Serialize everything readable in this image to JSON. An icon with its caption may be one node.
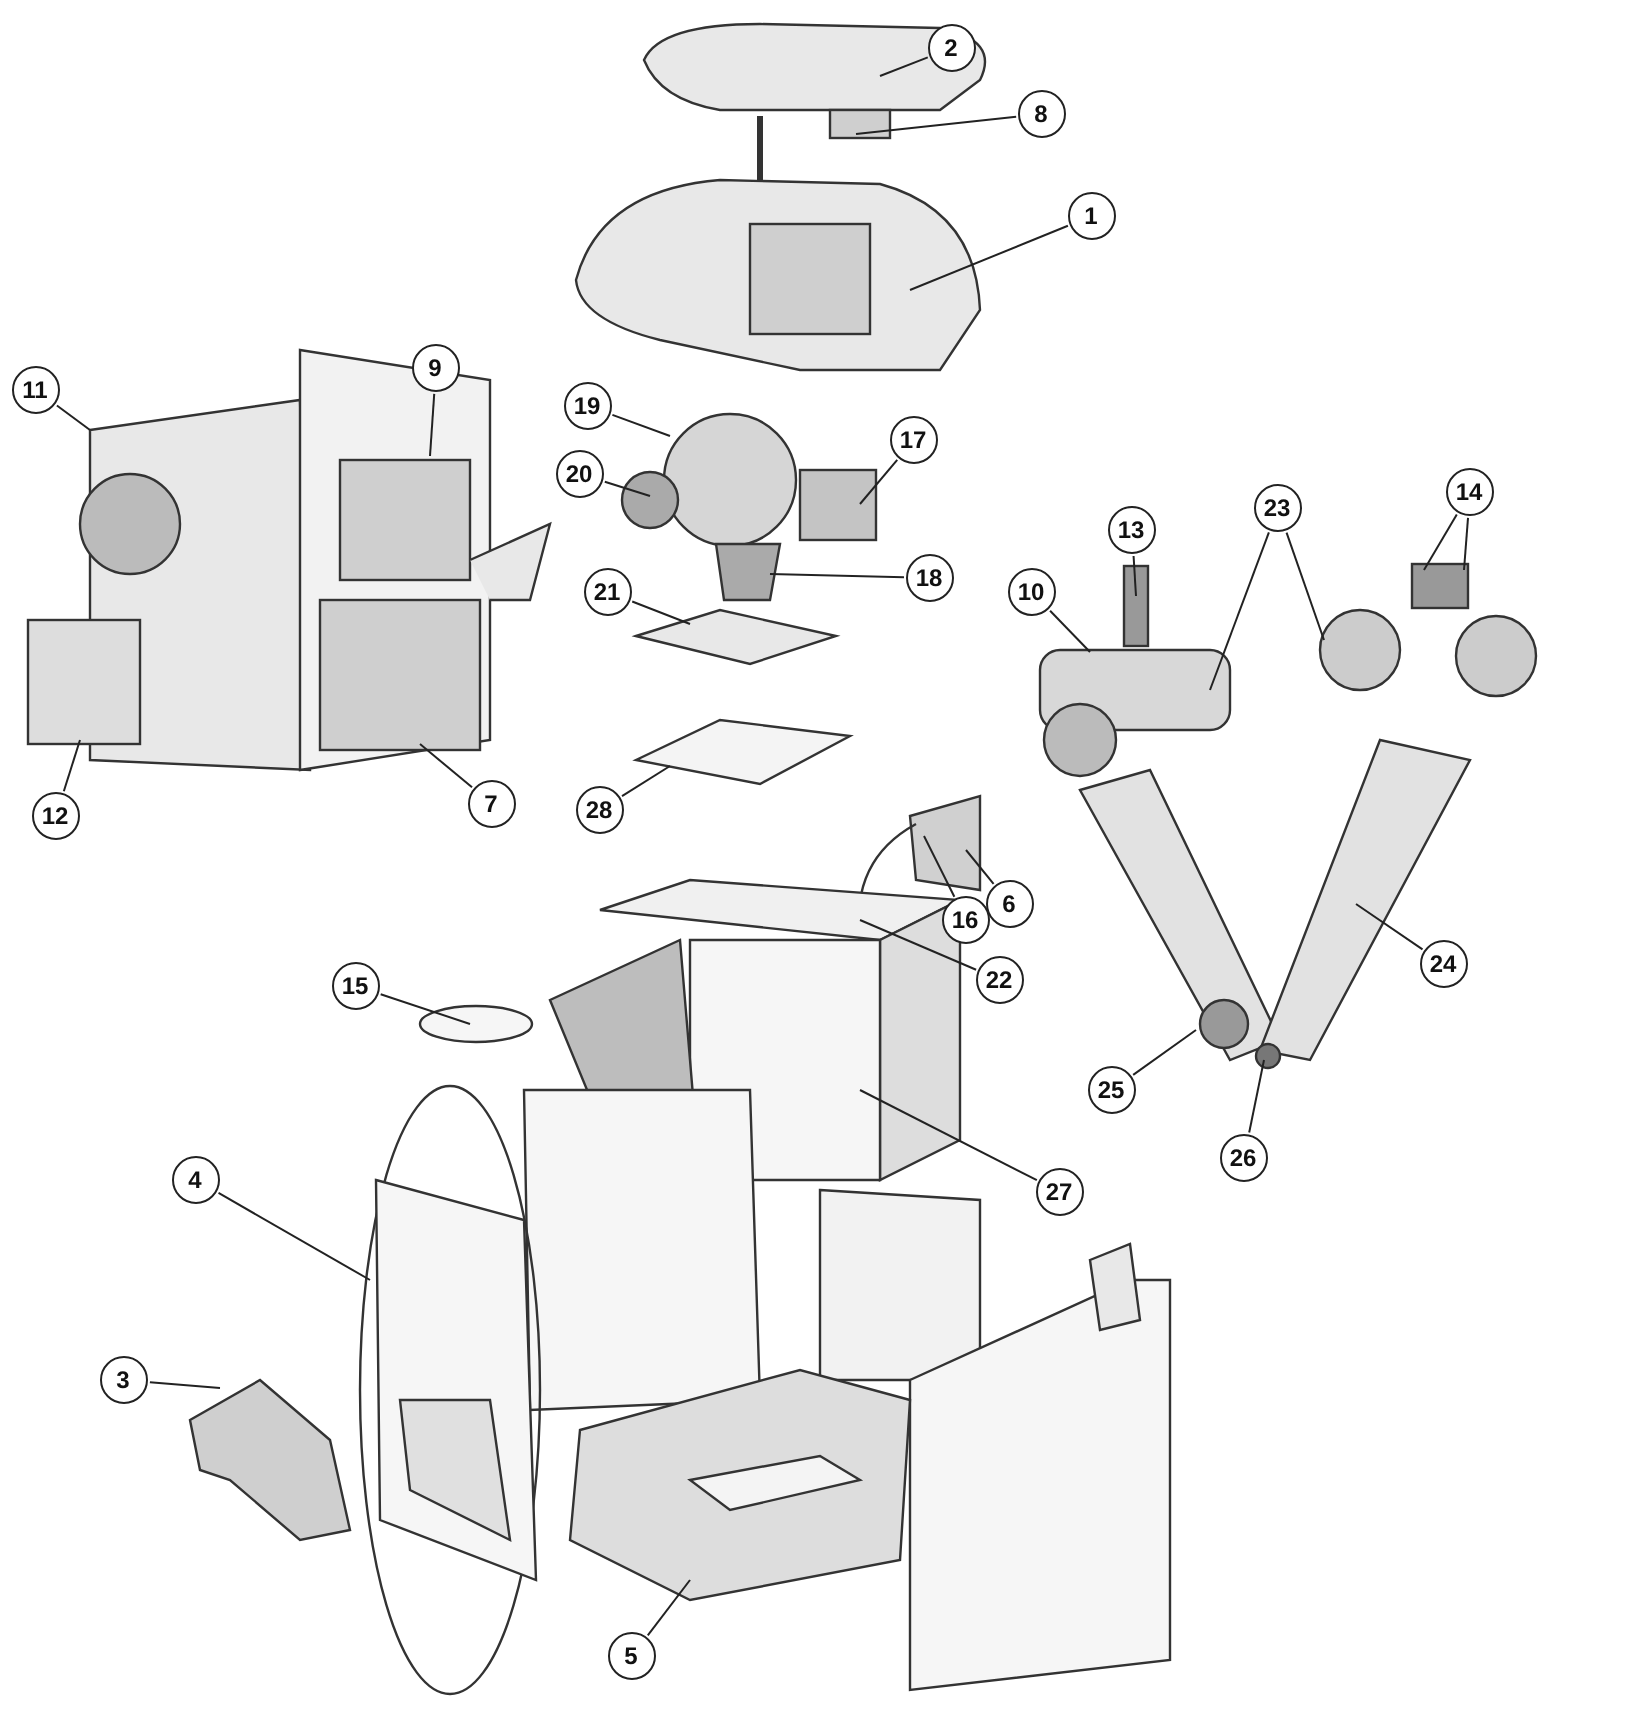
{
  "diagram": {
    "nodes": [
      {
        "text": [
          "2"
        ]
      },
      {
        "text": [
          "8"
        ]
      },
      {
        "text": [
          "1"
        ]
      },
      {
        "text": [
          "9"
        ]
      },
      {
        "text": [
          "11"
        ]
      },
      {
        "text": [
          "19"
        ]
      },
      {
        "text": [
          "17"
        ]
      },
      {
        "text": [
          "20"
        ]
      },
      {
        "text": [
          "14"
        ]
      },
      {
        "text": [
          "23"
        ]
      },
      {
        "text": [
          "13"
        ]
      },
      {
        "text": [
          "18"
        ]
      },
      {
        "text": [
          "21"
        ]
      },
      {
        "text": [
          "10"
        ]
      },
      {
        "text": [
          "7"
        ]
      },
      {
        "text": [
          "28"
        ]
      },
      {
        "text": [
          "12"
        ]
      },
      {
        "text": [
          "6"
        ]
      },
      {
        "text": [
          "16"
        ]
      },
      {
        "text": [
          "22"
        ]
      },
      {
        "text": [
          "24"
        ]
      },
      {
        "text": [
          "15"
        ]
      },
      {
        "text": [
          "25"
        ]
      },
      {
        "text": [
          "26"
        ]
      },
      {
        "text": [
          "27"
        ]
      },
      {
        "text": [
          "4"
        ]
      },
      {
        "text": [
          "3"
        ]
      },
      {
        "text": [
          "5"
        ]
      }
    ],
    "edges": [
      {
        "from": 0,
        "to": null,
        "arrow": "none"
      },
      {
        "from": 1,
        "to": null,
        "arrow": "none"
      },
      {
        "from": 2,
        "to": null,
        "arrow": "none"
      },
      {
        "from": 3,
        "to": null,
        "arrow": "none"
      },
      {
        "from": 4,
        "to": null,
        "arrow": "none"
      },
      {
        "from": 5,
        "to": null,
        "arrow": "none"
      },
      {
        "from": 6,
        "to": null,
        "arrow": "none"
      },
      {
        "from": 7,
        "to": null,
        "arrow": "none"
      },
      {
        "from": 8,
        "to": null,
        "arrow": "none"
      },
      {
        "from": 8,
        "to": null,
        "arrow": "none"
      },
      {
        "from": 9,
        "to": null,
        "arrow": "none"
      },
      {
        "from": 9,
        "to": null,
        "arrow": "none"
      },
      {
        "from": 10,
        "to": null,
        "arrow": "none"
      },
      {
        "from": 11,
        "to": null,
        "arrow": "none"
      },
      {
        "from": 12,
        "to": null,
        "arrow": "none"
      },
      {
        "from": 13,
        "to": null,
        "arrow": "none"
      },
      {
        "from": 14,
        "to": null,
        "arrow": "none"
      },
      {
        "from": 15,
        "to": null,
        "arrow": "none"
      },
      {
        "from": 16,
        "to": null,
        "arrow": "none"
      },
      {
        "from": 17,
        "to": null,
        "arrow": "none"
      },
      {
        "from": 18,
        "to": null,
        "arrow": "none"
      },
      {
        "from": 19,
        "to": null,
        "arrow": "none"
      },
      {
        "from": 20,
        "to": null,
        "arrow": "none"
      },
      {
        "from": 21,
        "to": null,
        "arrow": "none"
      },
      {
        "from": 22,
        "to": null,
        "arrow": "none"
      },
      {
        "from": 23,
        "to": null,
        "arrow": "none"
      },
      {
        "from": 24,
        "to": null,
        "arrow": "none"
      },
      {
        "from": 25,
        "to": null,
        "arrow": "none"
      },
      {
        "from": 26,
        "to": null,
        "arrow": "none"
      },
      {
        "from": 27,
        "to": null,
        "arrow": "none"
      }
    ]
  }
}
